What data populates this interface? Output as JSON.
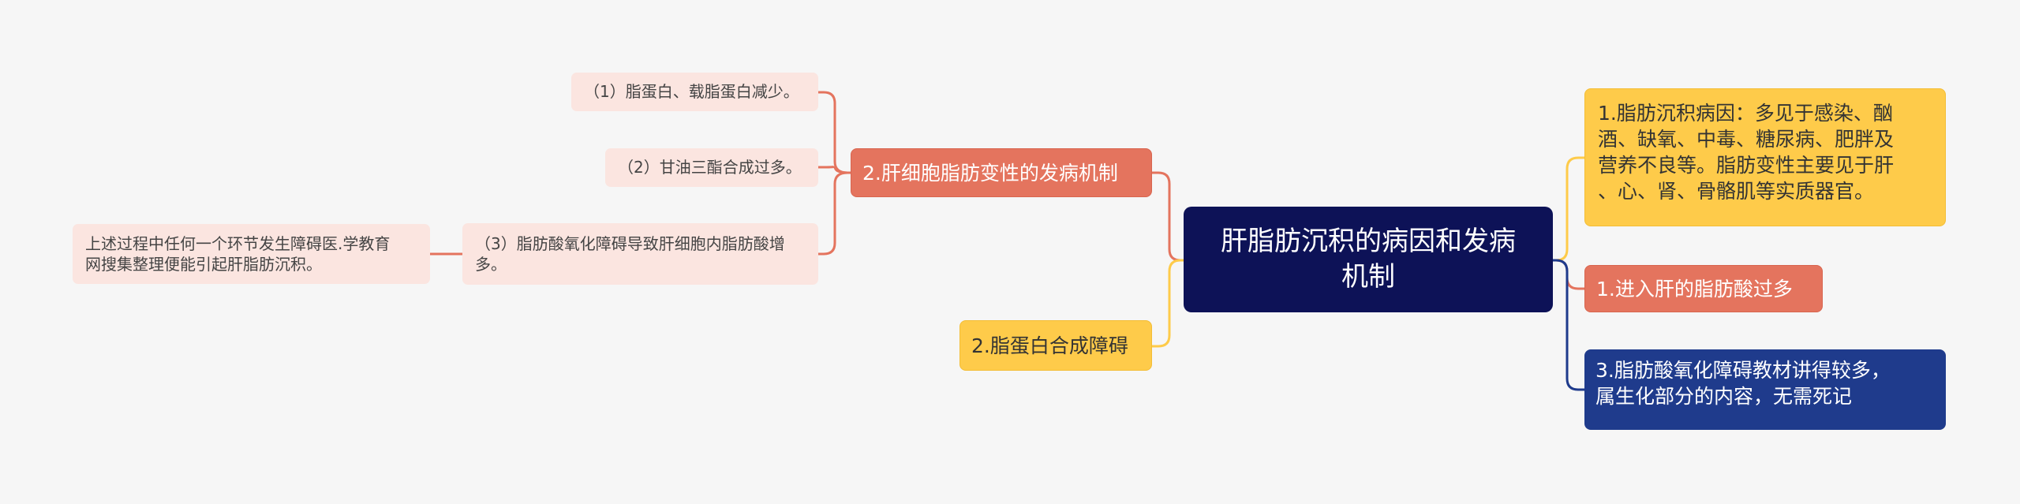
{
  "center": {
    "title": "肝脂肪沉积的病因和发病\n机制"
  },
  "left": {
    "mechanism": {
      "label": "2.肝细胞脂肪变性的发病机制",
      "items": [
        "（1）脂蛋白、载脂蛋白减少。",
        "（2）甘油三酯合成过多。",
        "（3）脂肪酸氧化障碍导致肝细胞内脂肪酸增\n多。"
      ],
      "note": "上述过程中任何一个环节发生障碍医.学教育\n网搜集整理便能引起肝脂肪沉积。"
    },
    "lipoprotein": {
      "label": "2.脂蛋白合成障碍"
    }
  },
  "right": {
    "causes": {
      "label": "1.脂肪沉积病因：多见于感染、酗\n酒、缺氧、中毒、糖尿病、肥胖及\n营养不良等。脂肪变性主要见于肝\n、心、肾、骨骼肌等实质器官。"
    },
    "fatty_acid": {
      "label": "1.进入肝的脂肪酸过多"
    },
    "oxidation": {
      "label": "3.脂肪酸氧化障碍教材讲得较多，\n属生化部分的内容，无需死记"
    }
  },
  "colors": {
    "background": "#f6f6f6",
    "center": "#0d1257",
    "orange": "#e4745e",
    "yellow": "#fecb4a",
    "navy": "#1f3b8c",
    "pink": "#fbe5e0"
  }
}
